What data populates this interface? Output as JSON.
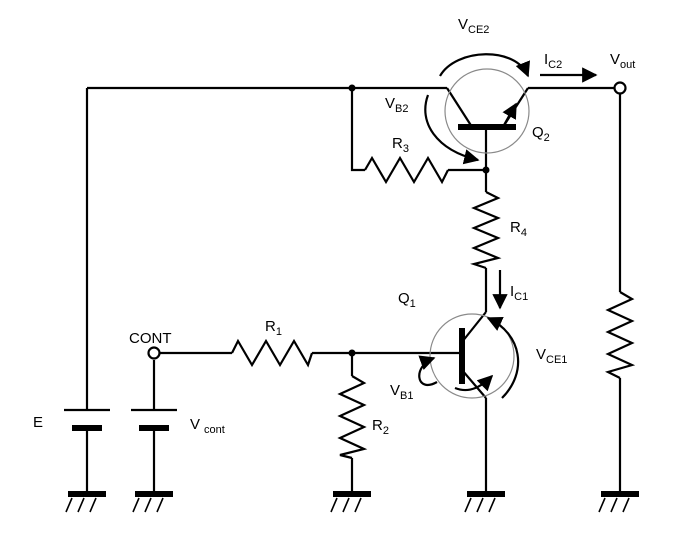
{
  "labels": {
    "vce2": {
      "main": "V",
      "sub": "CE2"
    },
    "ic2": {
      "main": "I",
      "sub": "C2"
    },
    "vout": {
      "main": "V",
      "sub": "out"
    },
    "vb2": {
      "main": "V",
      "sub": "B2"
    },
    "q2": {
      "main": "Q",
      "sub": "2"
    },
    "r3": {
      "main": "R",
      "sub": "3"
    },
    "r4": {
      "main": "R",
      "sub": "4"
    },
    "q1": {
      "main": "Q",
      "sub": "1"
    },
    "ic1": {
      "main": "I",
      "sub": "C1"
    },
    "cont": "CONT",
    "r1": {
      "main": "R",
      "sub": "1"
    },
    "vce1": {
      "main": "V",
      "sub": "CE1"
    },
    "vb1": {
      "main": "V",
      "sub": "B1"
    },
    "r2": {
      "main": "R",
      "sub": "2"
    },
    "e": "E",
    "vcont": {
      "main": "V",
      "sub": "cont"
    }
  }
}
